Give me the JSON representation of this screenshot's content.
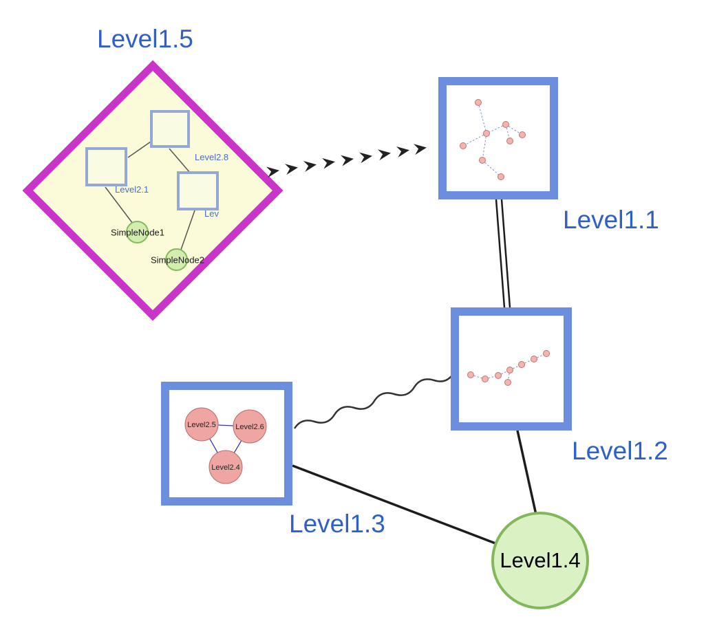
{
  "nodes": {
    "level15": {
      "label": "Level1.5",
      "shape": "diamond-group"
    },
    "level11": {
      "label": "Level1.1",
      "shape": "square-group"
    },
    "level12": {
      "label": "Level1.2",
      "shape": "square-group"
    },
    "level13": {
      "label": "Level1.3",
      "shape": "square-group"
    },
    "level14": {
      "label": "Level1.4",
      "shape": "circle"
    },
    "level28": {
      "label": "Level2.8",
      "shape": "square"
    },
    "level21": {
      "label": "Level2.1",
      "shape": "square"
    },
    "lev": {
      "label": "Lev",
      "shape": "square"
    },
    "simple1": {
      "label": "SimpleNode1",
      "shape": "circle"
    },
    "simple2": {
      "label": "SimpleNode2",
      "shape": "circle"
    },
    "level25": {
      "label": "Level2.5",
      "shape": "circle"
    },
    "level26": {
      "label": "Level2.6",
      "shape": "circle"
    },
    "level24": {
      "label": "Level2.4",
      "shape": "circle"
    }
  },
  "edges": [
    {
      "from": "Level1.5",
      "to": "Level1.1",
      "style": "dashed-arrows"
    },
    {
      "from": "Level1.1",
      "to": "Level1.2",
      "style": "double-line"
    },
    {
      "from": "Level1.3",
      "to": "Level1.2",
      "style": "wavy"
    },
    {
      "from": "Level1.2",
      "to": "Level1.4",
      "style": "solid"
    },
    {
      "from": "Level1.3",
      "to": "Level1.4",
      "style": "solid"
    },
    {
      "from": "Level2.1",
      "to": "Level2.8",
      "style": "line"
    },
    {
      "from": "Level2.8",
      "to": "Lev",
      "style": "line"
    },
    {
      "from": "Level2.1",
      "to": "SimpleNode1",
      "style": "line"
    },
    {
      "from": "Lev",
      "to": "SimpleNode2",
      "style": "line"
    },
    {
      "from": "Level2.5",
      "to": "Level2.6",
      "style": "line"
    },
    {
      "from": "Level2.5",
      "to": "Level2.4",
      "style": "line"
    },
    {
      "from": "Level2.6",
      "to": "Level2.4",
      "style": "line"
    }
  ],
  "colors": {
    "label_blue": "#2f5fc8",
    "group_border_blue": "#6b8ede",
    "diamond_border_magenta": "#c835c8",
    "diamond_fill": "#fbfbda",
    "inner_square_border": "#93a9d4",
    "green_node_fill": "#d2edae",
    "green_node_border": "#85b95d",
    "pink_node_fill": "#efa6a2",
    "pink_node_border": "#b86a6a",
    "edge_dark": "#1d1d1d",
    "inner_edge_blue": "#3434bc"
  }
}
